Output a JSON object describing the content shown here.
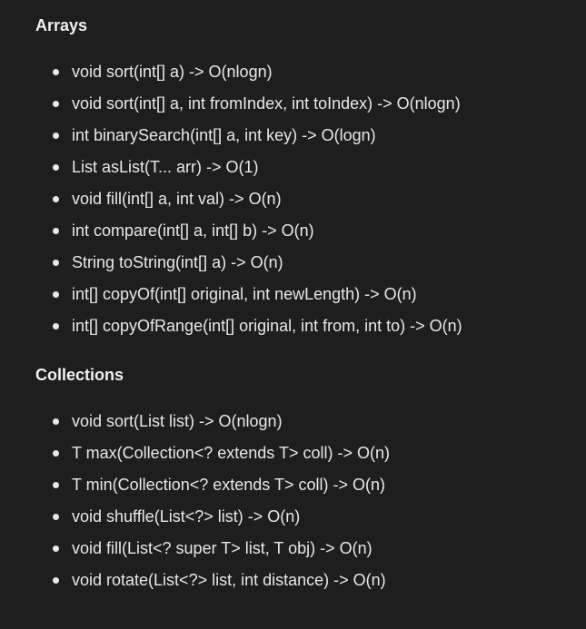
{
  "sections": [
    {
      "title": "Arrays",
      "items": [
        "void sort(int[] a) -> O(nlogn)",
        "void sort(int[] a, int fromIndex, int toIndex) -> O(nlogn)",
        "int binarySearch(int[] a, int key) -> O(logn)",
        "List asList(T... arr) -> O(1)",
        "void fill(int[] a, int val) -> O(n)",
        "int compare(int[] a, int[] b) -> O(n)",
        "String toString(int[] a) -> O(n)",
        "int[] copyOf(int[] original, int newLength) -> O(n)",
        "int[] copyOfRange(int[] original, int from, int to) -> O(n)"
      ]
    },
    {
      "title": "Collections",
      "items": [
        "void sort(List list) -> O(nlogn)",
        "T max(Collection<? extends T> coll) -> O(n)",
        "T min(Collection<? extends T> coll) -> O(n)",
        "void shuffle(List<?> list) -> O(n)",
        "void fill(List<? super T> list, T obj) -> O(n)",
        "void rotate(List<?> list, int distance) -> O(n)"
      ]
    }
  ]
}
